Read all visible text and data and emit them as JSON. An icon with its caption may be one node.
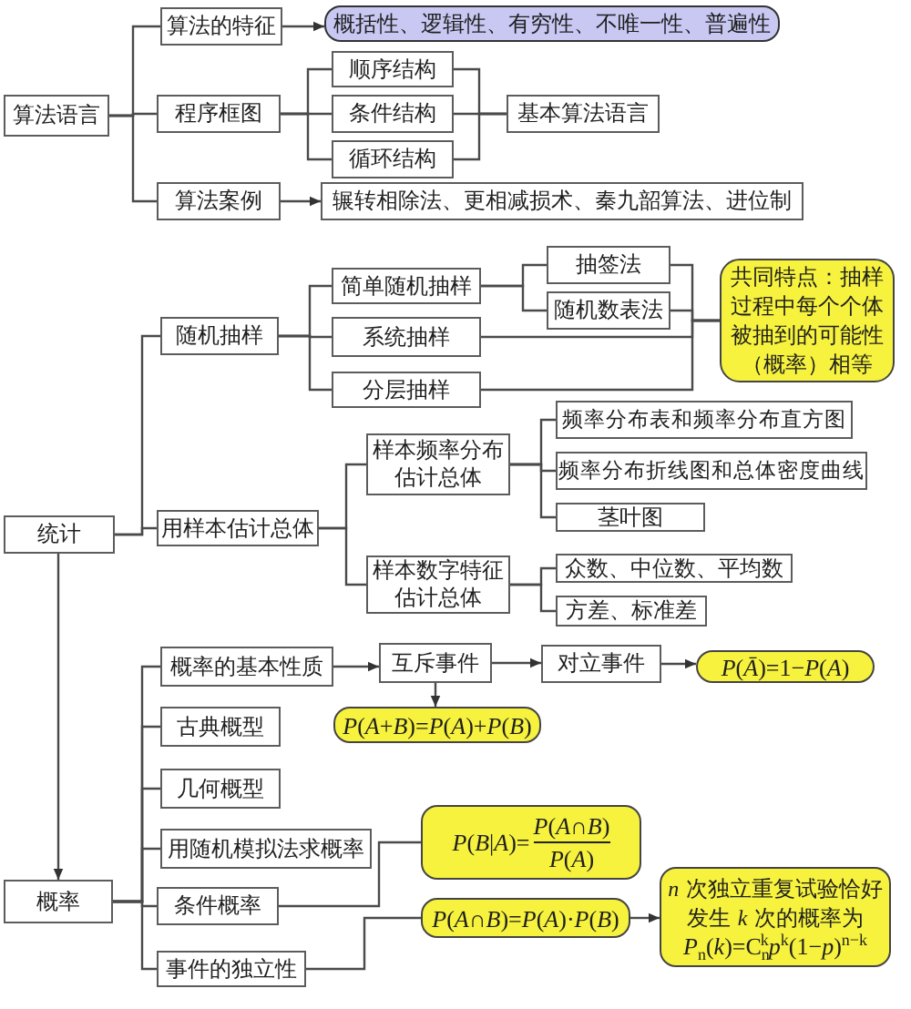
{
  "diagram": {
    "nodes": [
      {
        "text": [
          "算法语言"
        ]
      },
      {
        "text": [
          "算法的特征"
        ]
      },
      {
        "text": [
          "概括性、逻辑性、有穷性、不唯一性、普遍性"
        ]
      },
      {
        "text": [
          "程序框图"
        ]
      },
      {
        "text": [
          "顺序结构"
        ]
      },
      {
        "text": [
          "条件结构"
        ]
      },
      {
        "text": [
          "循环结构"
        ]
      },
      {
        "text": [
          "基本算法语言"
        ]
      },
      {
        "text": [
          "算法案例"
        ]
      },
      {
        "text": [
          "辗转相除法、更相减损术、秦九韶算法、进位制"
        ]
      },
      {
        "text": [
          "随机抽样"
        ]
      },
      {
        "text": [
          "简单随机抽样"
        ]
      },
      {
        "text": [
          "抽签法"
        ]
      },
      {
        "text": [
          "随机数表法"
        ]
      },
      {
        "text": [
          "系统抽样"
        ]
      },
      {
        "text": [
          "分层抽样"
        ]
      },
      {
        "text": [
          "共同特点：抽样过程中每个个体被抽到的可能性（概率）相等"
        ]
      },
      {
        "text": [
          "统计"
        ]
      },
      {
        "text": [
          "用样本估计总体"
        ]
      },
      {
        "text": [
          "样本频率分布估计总体"
        ]
      },
      {
        "text": [
          "频率分布表和频率分布直方图"
        ]
      },
      {
        "text": [
          "频率分布折线图和总体密度曲线"
        ]
      },
      {
        "text": [
          "茎叶图"
        ]
      },
      {
        "text": [
          "样本数字特征估计总体"
        ]
      },
      {
        "text": [
          "众数、中位数、平均数"
        ]
      },
      {
        "text": [
          "方差、标准差"
        ]
      },
      {
        "text": [
          "概率"
        ]
      },
      {
        "text": [
          "概率的基本性质"
        ]
      },
      {
        "text": [
          "互斥事件"
        ]
      },
      {
        "text": [
          "对立事件"
        ]
      },
      {
        "text": [
          "*P*(*Ā*)=1−*P*(*A*)"
        ]
      },
      {
        "text": [
          "*P*(*A*+*B*)=*P*(*A*)+*P*(*B*)"
        ]
      },
      {
        "text": [
          "古典概型"
        ]
      },
      {
        "text": [
          "几何概型"
        ]
      },
      {
        "text": [
          "用随机模拟法求概率"
        ]
      },
      {
        "text": [
          "*P*(*B*|*A*)=",
          "*P*(*A*∩*B*)",
          "*P*(*A*)"
        ]
      },
      {
        "text": [
          "条件概率"
        ]
      },
      {
        "text": [
          "*P*(*A*∩*B*)=*P*(*A*)·*P*(*B*)"
        ]
      },
      {
        "text": [
          "*n* 次独立重复试验恰好发生 *k* 次的概率为",
          "*P*$_{n}$(*k*)=C$_{n}$$^{k}$*p*$^{k}$(1−*p*)$^{n−k}$"
        ]
      },
      {
        "text": [
          "事件的独立性"
        ]
      }
    ],
    "edges": [
      {
        "from": 0,
        "to": 1,
        "arrow": "none"
      },
      {
        "from": 0,
        "to": 3,
        "arrow": "none"
      },
      {
        "from": 0,
        "to": 8,
        "arrow": "none"
      },
      {
        "from": 1,
        "to": 2,
        "arrow": "to"
      },
      {
        "from": 3,
        "to": 4,
        "arrow": "none"
      },
      {
        "from": 3,
        "to": 5,
        "arrow": "none"
      },
      {
        "from": 3,
        "to": 6,
        "arrow": "none"
      },
      {
        "from": 4,
        "to": 7,
        "arrow": "none"
      },
      {
        "from": 5,
        "to": 7,
        "arrow": "none"
      },
      {
        "from": 6,
        "to": 7,
        "arrow": "none"
      },
      {
        "from": 8,
        "to": 9,
        "arrow": "to"
      },
      {
        "from": 17,
        "to": 10,
        "arrow": "none"
      },
      {
        "from": 17,
        "to": 18,
        "arrow": "none"
      },
      {
        "from": 10,
        "to": 11,
        "arrow": "none"
      },
      {
        "from": 10,
        "to": 14,
        "arrow": "none"
      },
      {
        "from": 10,
        "to": 15,
        "arrow": "none"
      },
      {
        "from": 11,
        "to": 12,
        "arrow": "none"
      },
      {
        "from": 11,
        "to": 13,
        "arrow": "none"
      },
      {
        "from": 12,
        "to": 16,
        "arrow": "none"
      },
      {
        "from": 13,
        "to": 16,
        "arrow": "none"
      },
      {
        "from": 14,
        "to": 16,
        "arrow": "none"
      },
      {
        "from": 15,
        "to": 16,
        "arrow": "none"
      },
      {
        "from": 18,
        "to": 19,
        "arrow": "none"
      },
      {
        "from": 18,
        "to": 23,
        "arrow": "none"
      },
      {
        "from": 19,
        "to": 20,
        "arrow": "none"
      },
      {
        "from": 19,
        "to": 21,
        "arrow": "none"
      },
      {
        "from": 19,
        "to": 22,
        "arrow": "none"
      },
      {
        "from": 23,
        "to": 24,
        "arrow": "none"
      },
      {
        "from": 23,
        "to": 25,
        "arrow": "none"
      },
      {
        "from": 17,
        "to": 26,
        "arrow": "to"
      },
      {
        "from": 26,
        "to": 27,
        "arrow": "none"
      },
      {
        "from": 26,
        "to": 32,
        "arrow": "none"
      },
      {
        "from": 26,
        "to": 33,
        "arrow": "none"
      },
      {
        "from": 26,
        "to": 34,
        "arrow": "none"
      },
      {
        "from": 26,
        "to": 36,
        "arrow": "none"
      },
      {
        "from": 26,
        "to": 39,
        "arrow": "none"
      },
      {
        "from": 27,
        "to": 28,
        "arrow": "to"
      },
      {
        "from": 28,
        "to": 29,
        "arrow": "to"
      },
      {
        "from": 29,
        "to": 30,
        "arrow": "to"
      },
      {
        "from": 28,
        "to": 31,
        "arrow": "to"
      },
      {
        "from": 36,
        "to": 35,
        "arrow": "none"
      },
      {
        "from": 39,
        "to": 37,
        "arrow": "none"
      },
      {
        "from": 37,
        "to": 38,
        "arrow": "to"
      }
    ]
  }
}
